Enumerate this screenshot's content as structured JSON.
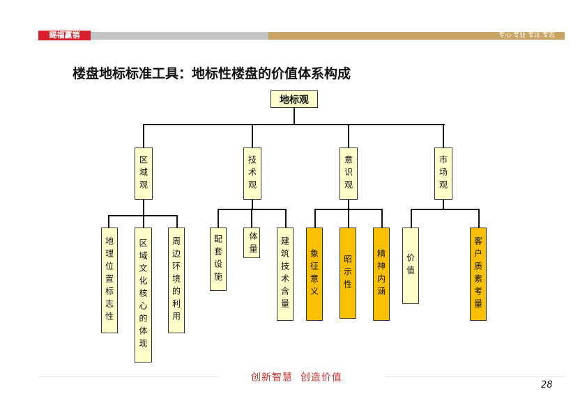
{
  "header": {
    "logo": "赐福赢销",
    "motto": "专心 专业 专注 专志"
  },
  "title": "楼盘地标标准工具：地标性楼盘的价值体系构成",
  "root": "地标观",
  "groups": [
    {
      "label": "区域观",
      "children": [
        "地理位置标志性",
        "区域文化核心的体现",
        "周边环境的利用"
      ]
    },
    {
      "label": "技术观",
      "children": [
        "配套设施",
        "体量",
        "建筑技术含量"
      ]
    },
    {
      "label": "意识观",
      "children": [
        "象征意义",
        "昭示性",
        "精神内涵"
      ]
    },
    {
      "label": "市场观",
      "children": [
        "价值",
        "客户质素考量"
      ]
    }
  ],
  "colors": {
    "cream": "#ffffcc",
    "highlight": "#f8c000",
    "brand_red": "#d81e2a"
  },
  "footer": {
    "slogan": "创新智慧  创造价值",
    "page_number": "28"
  }
}
